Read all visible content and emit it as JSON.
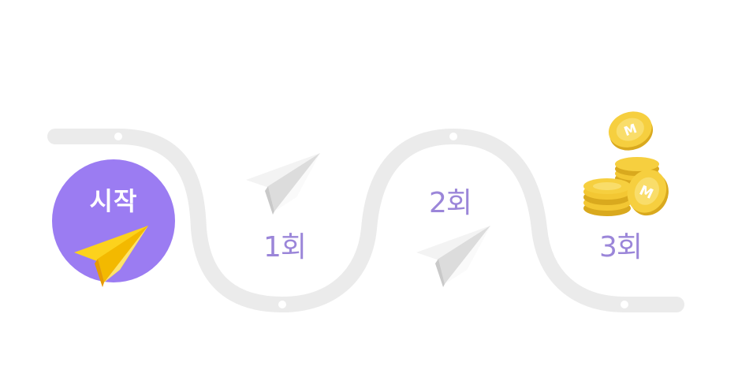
{
  "start": {
    "label": "시작"
  },
  "steps": [
    {
      "label": "1회"
    },
    {
      "label": "2회"
    },
    {
      "label": "3회"
    }
  ],
  "colors": {
    "track": "#ebebeb",
    "accent": "#9b7cf2",
    "label": "#9b86d9",
    "plane_yellow": "#fcd21d",
    "plane_gray": "#eeeeee",
    "coin_gold": "#f6cf3f"
  },
  "icons": [
    "paper-plane-icon",
    "coin-stack-icon"
  ]
}
